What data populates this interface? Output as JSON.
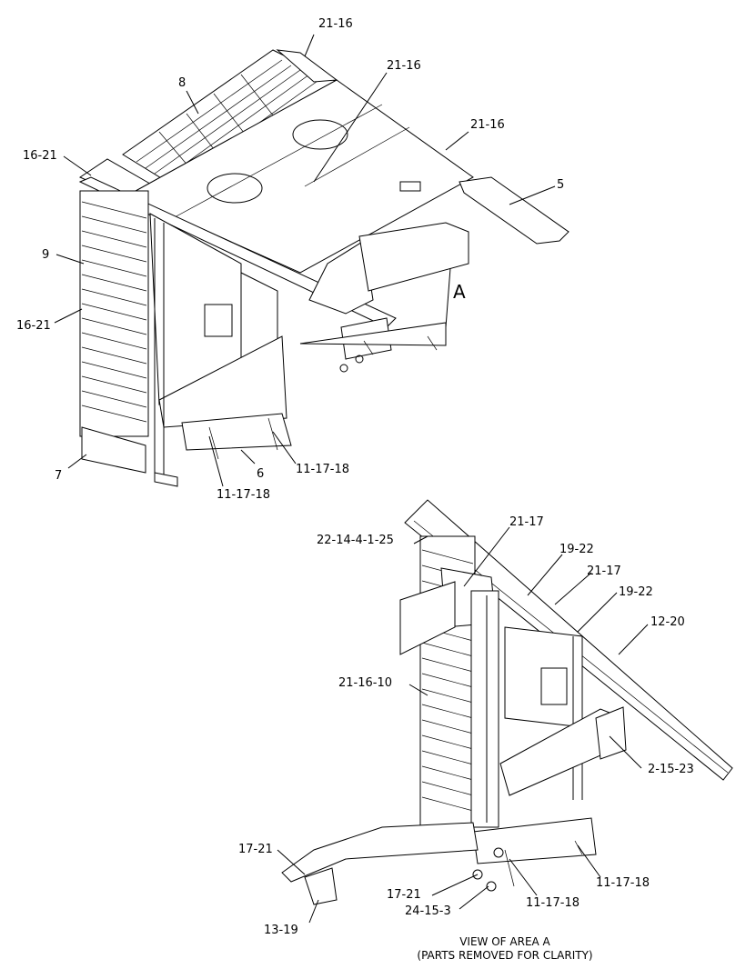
{
  "callouts": {
    "c_21_16_a": "21-16",
    "c_21_16_b": "21-16",
    "c_21_16_c": "21-16",
    "c_8": "8",
    "c_5": "5",
    "c_16_21_a": "16-21",
    "c_9": "9",
    "c_16_21_b": "16-21",
    "c_A": "A",
    "c_7": "7",
    "c_6": "6",
    "c_11_17_18_a": "11-17-18",
    "c_11_17_18_b": "11-17-18",
    "c_22_14_4_1_25": "22-14-4-1-25",
    "c_21_17_a": "21-17",
    "c_19_22_a": "19-22",
    "c_21_17_b": "21-17",
    "c_19_22_b": "19-22",
    "c_12_20": "12-20",
    "c_21_16_10": "21-16-10",
    "c_2_15_23": "2-15-23",
    "c_17_21_a": "17-21",
    "c_17_21_b": "17-21",
    "c_24_15_3": "24-15-3",
    "c_11_17_18_c": "11-17-18",
    "c_11_17_18_d": "11-17-18",
    "c_13_19": "13-19"
  },
  "caption": {
    "line1": "VIEW OF AREA A",
    "line2": "(PARTS REMOVED FOR CLARITY)"
  }
}
